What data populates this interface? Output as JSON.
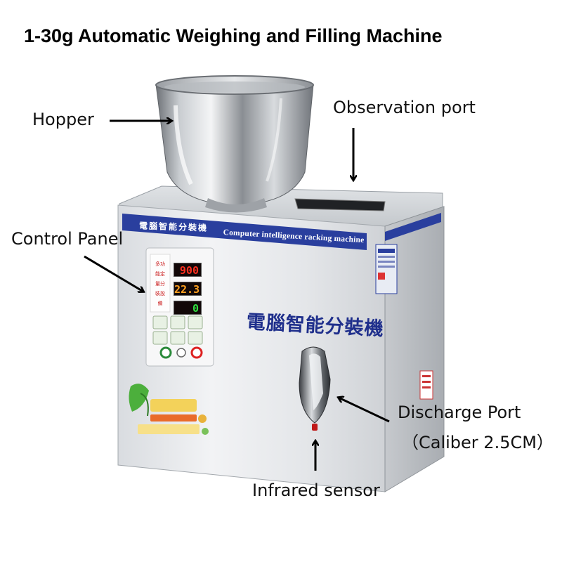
{
  "title": "1-30g Automatic Weighing and Filling Machine",
  "callouts": {
    "hopper": "Hopper",
    "observation_port": "Observation port",
    "control_panel": "Control Panel",
    "discharge_port": "Discharge Port",
    "caliber": "（Caliber 2.5CM）",
    "infrared_sensor": "Infrared sensor"
  },
  "machine": {
    "banner_text": "Computer intelligence racking machine",
    "banner_cjk": "電腦智能分裝機",
    "brand_cjk": "電腦智能分裝機",
    "displays": [
      "900",
      "22.3",
      "0"
    ]
  },
  "colors": {
    "banner_blue": "#2a3f9e",
    "brand_text": "#1f2f8c",
    "steel": "#c8ccd0",
    "lcd_red": "#ff3020",
    "lcd_orange": "#ffa020",
    "lcd_green": "#30e040"
  }
}
